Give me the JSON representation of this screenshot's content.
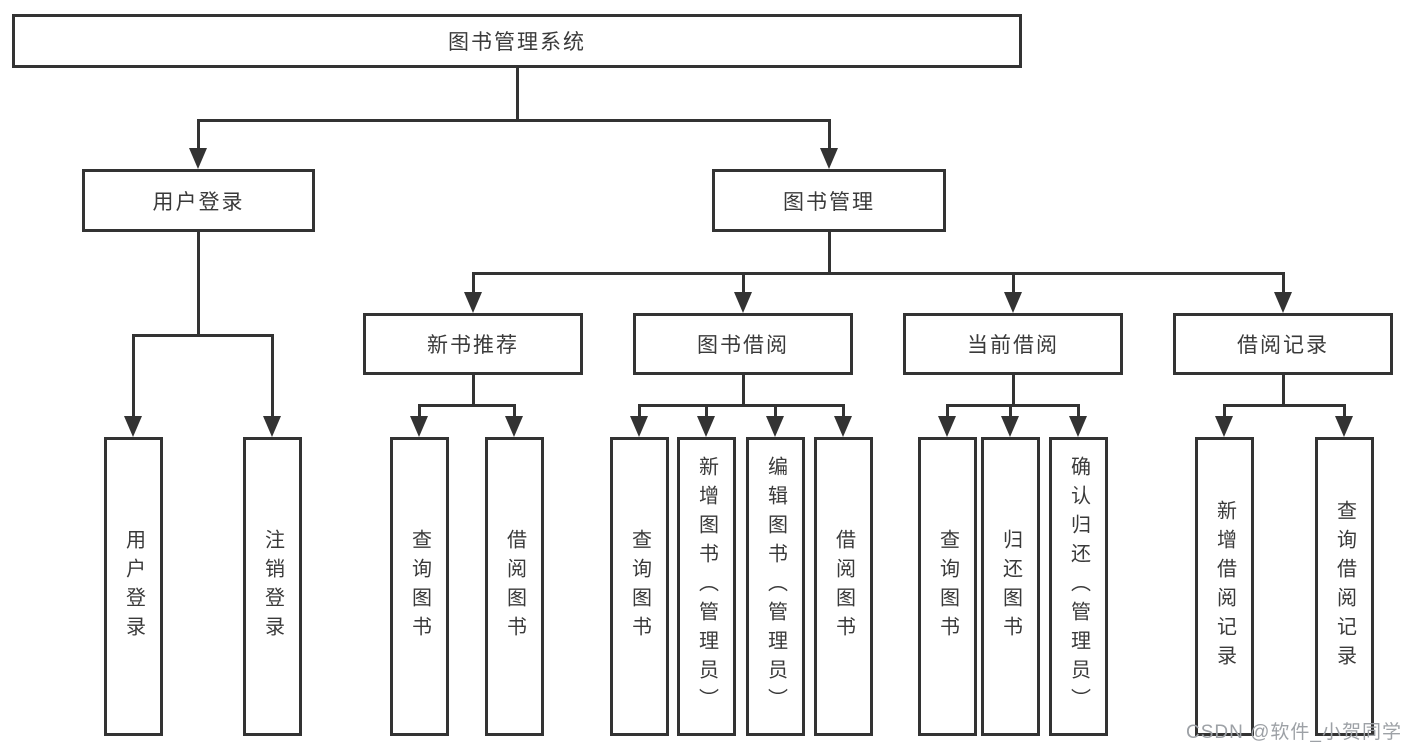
{
  "title": {
    "label": "图书管理系统"
  },
  "branches": {
    "user_login": {
      "label": "用户登录",
      "children": [
        "用户登录",
        "注销登录"
      ]
    },
    "book_mgmt": {
      "label": "图书管理",
      "sections": [
        {
          "label": "新书推荐",
          "children": [
            "查询图书",
            "借阅图书"
          ]
        },
        {
          "label": "图书借阅",
          "children": [
            "查询图书",
            "新增图书（管理员）",
            "编辑图书（管理员）",
            "借阅图书"
          ]
        },
        {
          "label": "当前借阅",
          "children": [
            "查询图书",
            "归还图书",
            "确认归还（管理员）"
          ]
        },
        {
          "label": "借阅记录",
          "children": [
            "新增借阅记录",
            "查询借阅记录"
          ]
        }
      ]
    }
  },
  "watermark": "CSDN @软件_小贺同学",
  "colors": {
    "line": "#333333",
    "text": "#3a3a3a",
    "watermark": "#9da1a6",
    "background": "#ffffff"
  }
}
